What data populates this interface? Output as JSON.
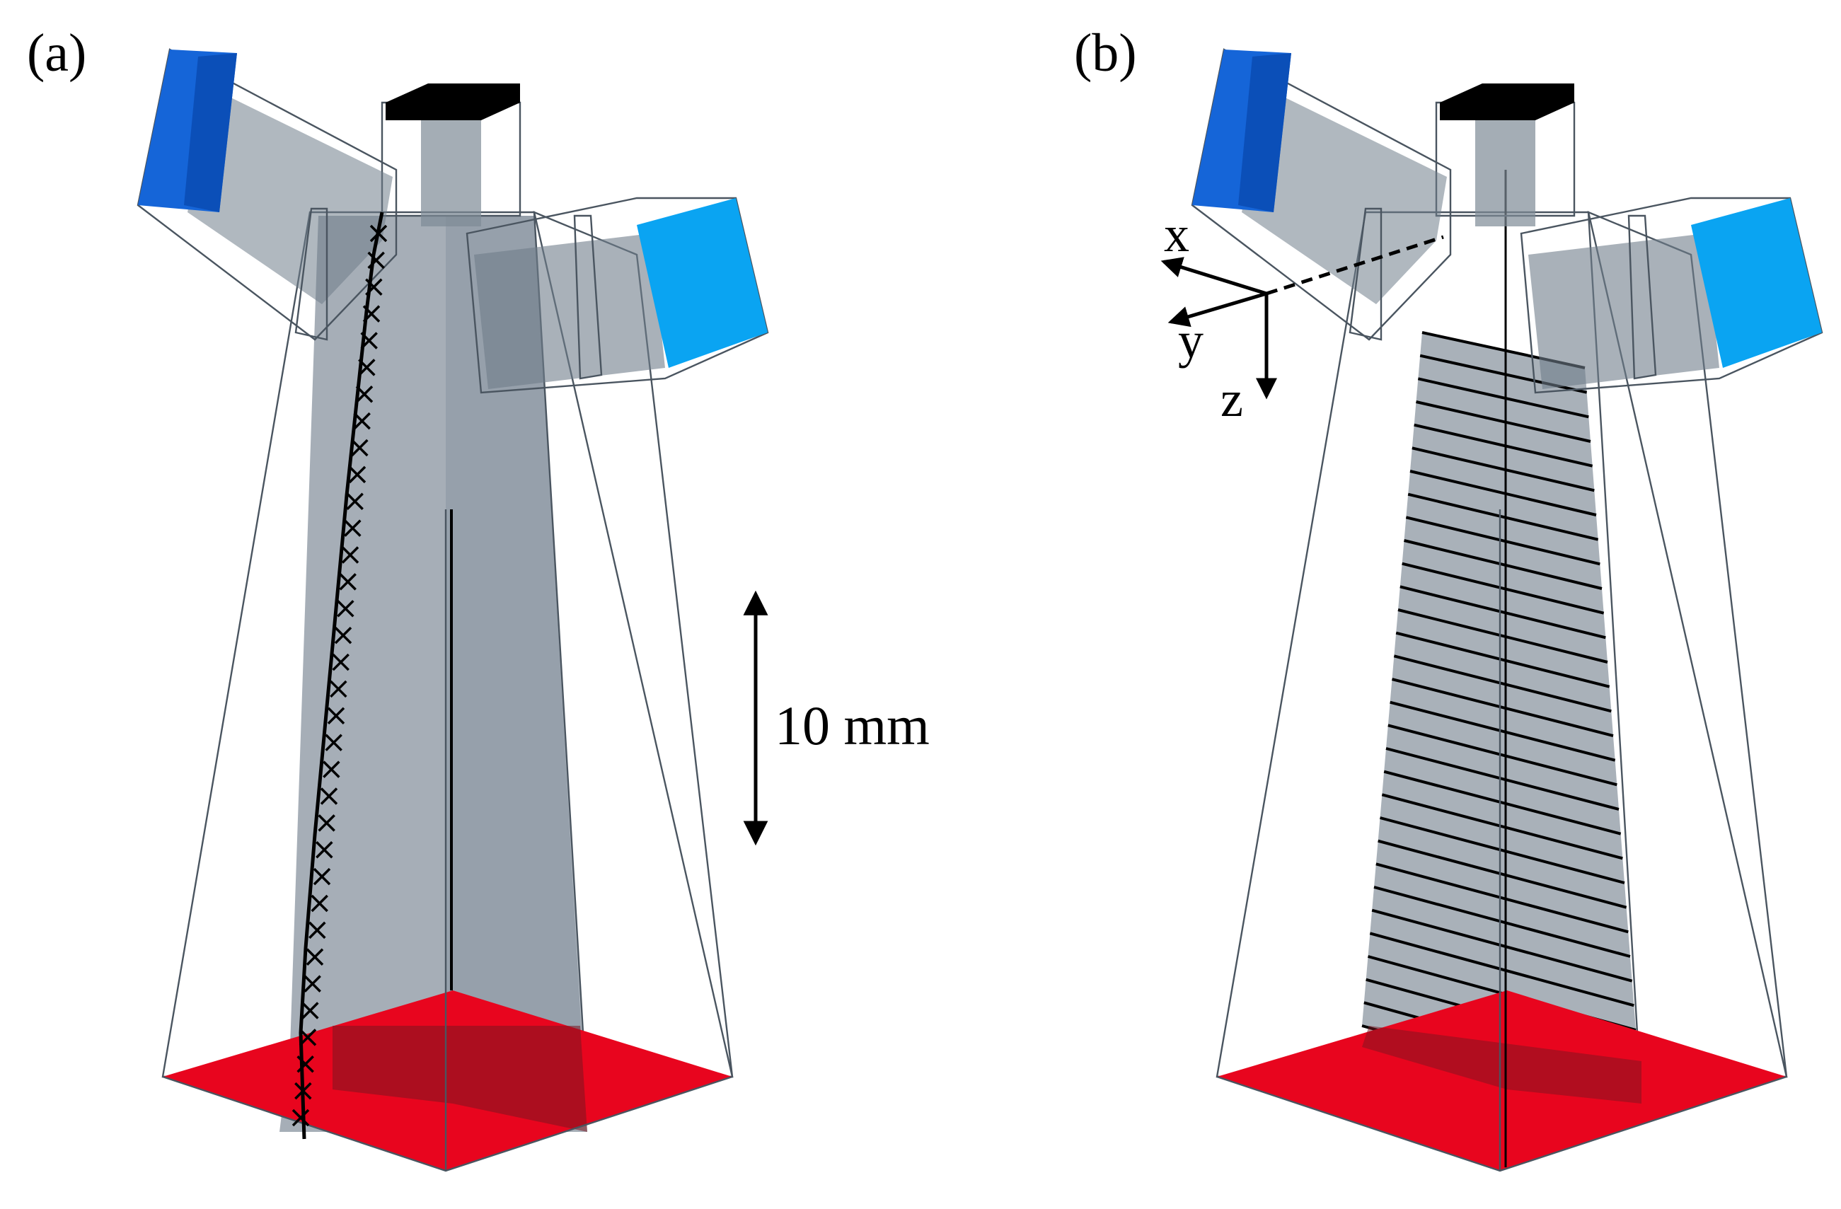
{
  "panels": {
    "a": {
      "label": "(a)"
    },
    "b": {
      "label": "(b)"
    }
  },
  "scale_bar": {
    "label": "10 mm"
  },
  "axes": {
    "x": "x",
    "y": "y",
    "z": "z"
  },
  "colors": {
    "background": "#ffffff",
    "glass": "#bfd4ea",
    "glass_edge": "#4a5560",
    "channel": "#7d8a96",
    "inlet_dark_blue": "#1565d8",
    "inlet_light_blue": "#0aa4f2",
    "outlet_black": "#000000",
    "bottom_red": "#e8051e",
    "line": "#000000"
  }
}
